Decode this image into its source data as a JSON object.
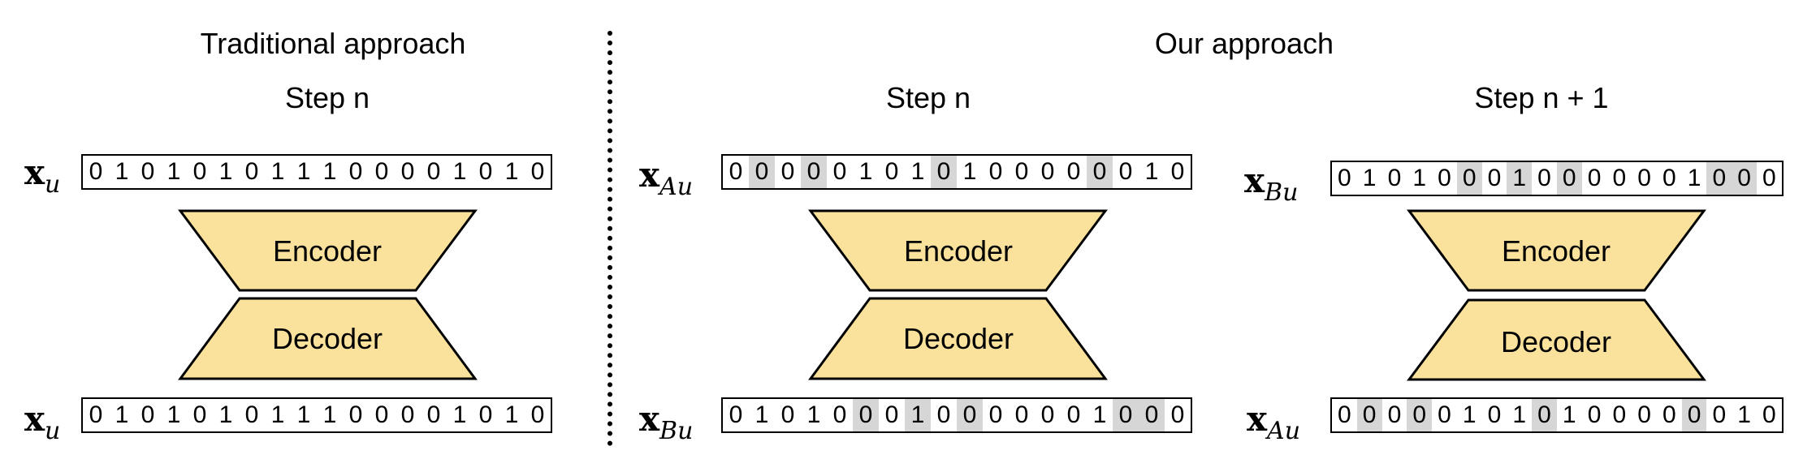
{
  "titles": {
    "traditional": "Traditional approach",
    "ours": "Our approach",
    "trad_step": "Step n",
    "ours_step_n": "Step n",
    "ours_step_n1": "Step n + 1"
  },
  "blocks": {
    "encoder": "Encoder",
    "decoder": "Decoder"
  },
  "labels": {
    "xu_base": "x",
    "xu_sub": "u",
    "xAu_base": "x",
    "xAu_sub": "Au",
    "xBu_base": "x",
    "xBu_sub": "Bu"
  },
  "colors": {
    "block_fill": "#fae29c",
    "highlight": "#d6d6d6"
  },
  "vectors": {
    "trad_in": {
      "bits": "01010101110000101 0",
      "highlight": []
    },
    "trad_out": {
      "bits": "010101011100001010",
      "highlight": []
    },
    "ours_n_in": {
      "bits": "000001010100000010",
      "highlight": [
        1,
        3,
        8,
        14
      ]
    },
    "ours_n_out": {
      "bits": "010100010000001000",
      "highlight": [
        5,
        7,
        9,
        15,
        16
      ]
    },
    "ours_n1_in": {
      "bits": "010100010000001000",
      "highlight": [
        5,
        7,
        9,
        15,
        16
      ]
    },
    "ours_n1_out": {
      "bits": "000001010100000010",
      "highlight": [
        1,
        3,
        8,
        14
      ]
    }
  }
}
